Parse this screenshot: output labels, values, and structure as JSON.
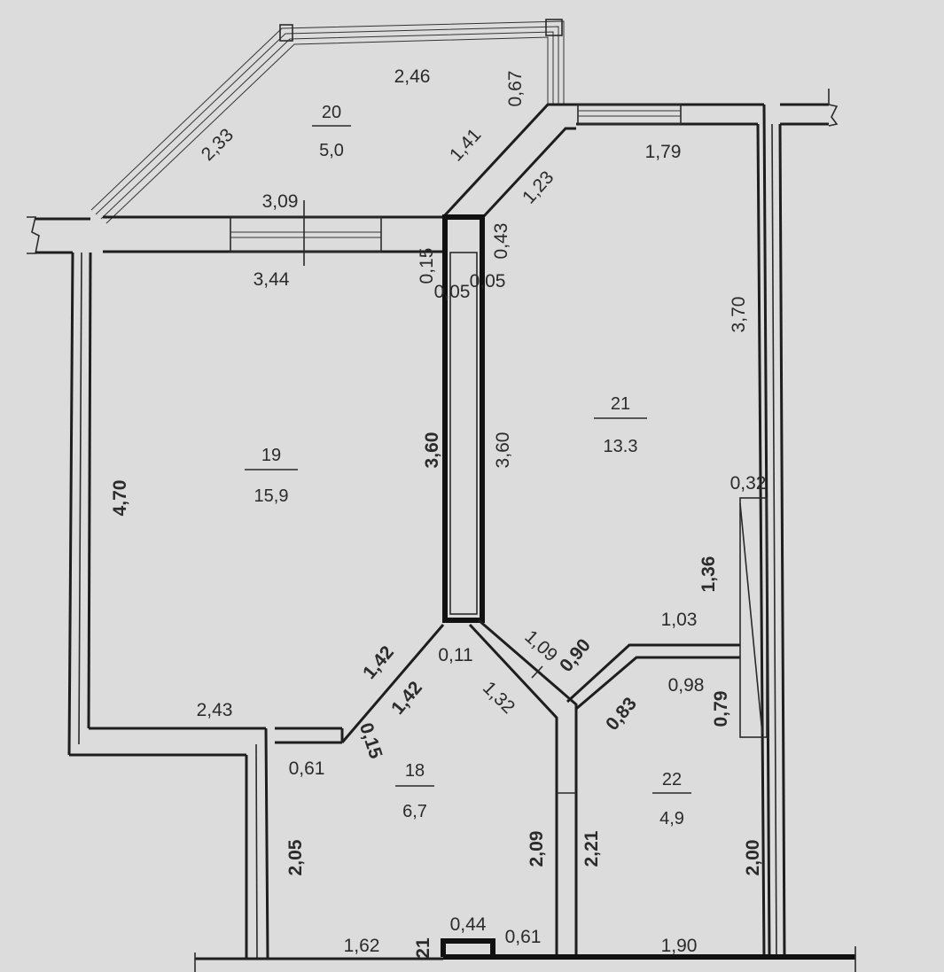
{
  "rooms": [
    {
      "number": "20",
      "area": "5,0"
    },
    {
      "number": "21",
      "area": "13.3"
    },
    {
      "number": "19",
      "area": "15,9"
    },
    {
      "number": "18",
      "area": "6,7"
    },
    {
      "number": "22",
      "area": "4,9"
    }
  ],
  "dimensions": {
    "d_2_46": "2,46",
    "d_0_67": "0,67",
    "d_2_33": "2,33",
    "d_1_41": "1,41",
    "d_1_79": "1,79",
    "d_1_23": "1,23",
    "d_3_09": "3,09",
    "d_0_43": "0,43",
    "d_3_44": "3,44",
    "d_0_15_top": "0,15",
    "d_0_05_left": "0,05",
    "d_0_05_right": "0,05",
    "d_3_70": "3,70",
    "d_3_60_left": "3,60",
    "d_3_60_right": "3,60",
    "d_4_70": "4,70",
    "d_0_32": "0,32",
    "d_1_36": "1,36",
    "d_1_03": "1,03",
    "d_1_42_a": "1,42",
    "d_0_11": "0,11",
    "d_1_09": "1,09",
    "d_0_90": "0,90",
    "d_1_42_b": "1,42",
    "d_1_32": "1,32",
    "d_0_98": "0,98",
    "d_0_83": "0,83",
    "d_0_79": "0,79",
    "d_2_43": "2,43",
    "d_0_15_mid": "0,15",
    "d_0_61": "0,61",
    "d_2_05": "2,05",
    "d_2_09": "2,09",
    "d_2_21": "2,21",
    "d_2_00": "2,00",
    "d_0_44": "0,44",
    "d_1_62": "1,62",
    "d_1_90": "1,90",
    "d_21_frag": "21",
    "d_0_61_frag": "0,61"
  }
}
